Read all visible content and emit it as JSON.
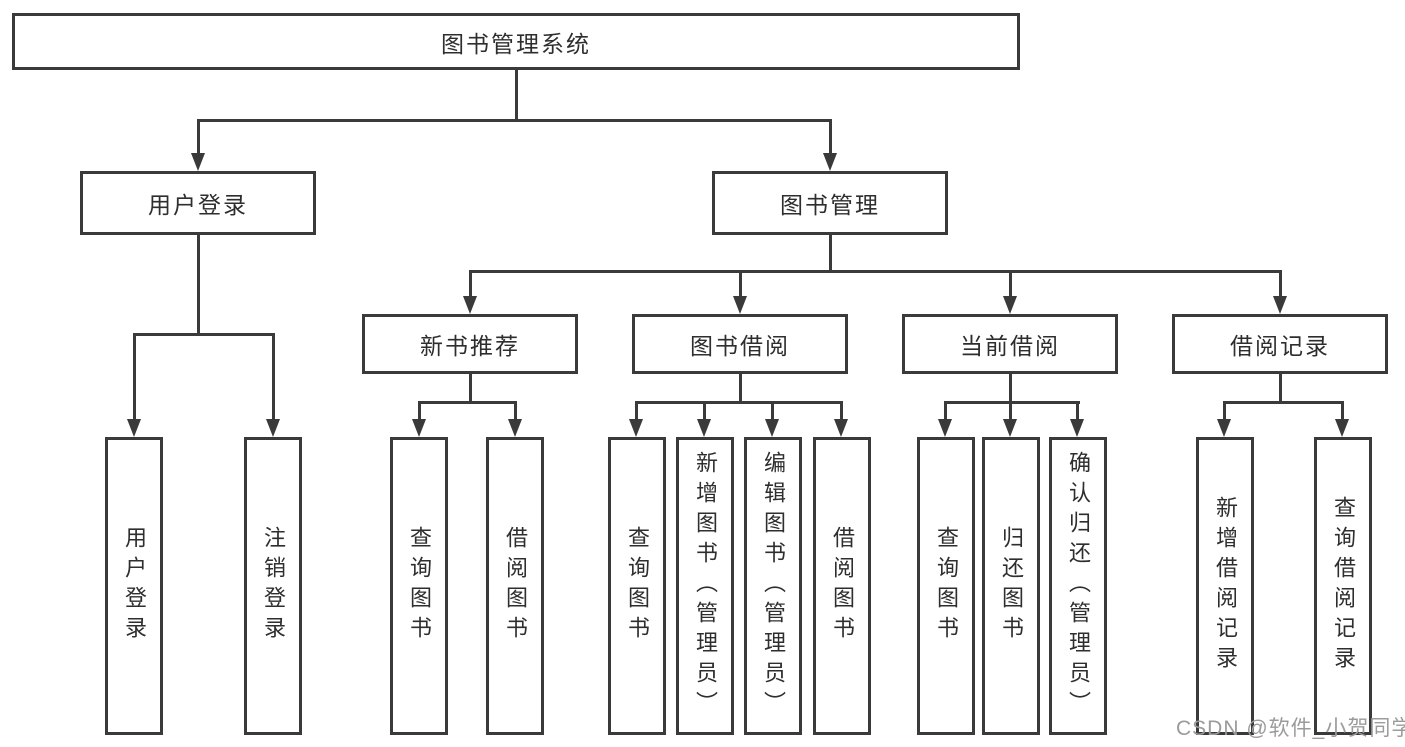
{
  "diagram": {
    "type": "hierarchy-tree",
    "root": {
      "label": "图书管理系统",
      "children": [
        {
          "label": "用户登录",
          "children": [
            {
              "label": "用户登录"
            },
            {
              "label": "注销登录"
            }
          ]
        },
        {
          "label": "图书管理",
          "children": [
            {
              "label": "新书推荐",
              "children": [
                {
                  "label": "查询图书"
                },
                {
                  "label": "借阅图书"
                }
              ]
            },
            {
              "label": "图书借阅",
              "children": [
                {
                  "label": "查询图书"
                },
                {
                  "label": "新增图书（管理员）"
                },
                {
                  "label": "编辑图书（管理员）"
                },
                {
                  "label": "借阅图书"
                }
              ]
            },
            {
              "label": "当前借阅",
              "children": [
                {
                  "label": "查询图书"
                },
                {
                  "label": "归还图书"
                },
                {
                  "label": "确认归还（管理员）"
                }
              ]
            },
            {
              "label": "借阅记录",
              "children": [
                {
                  "label": "新增借阅记录"
                },
                {
                  "label": "查询借阅记录"
                }
              ]
            }
          ]
        }
      ]
    },
    "colors": {
      "line": "#3a3a3a",
      "box_border": "#3a3a3a",
      "text": "#2e2e2e",
      "background": "#ffffff",
      "watermark": "#9b9b9b"
    }
  },
  "watermark": {
    "text": "CSDN @软件_小贺同学"
  }
}
